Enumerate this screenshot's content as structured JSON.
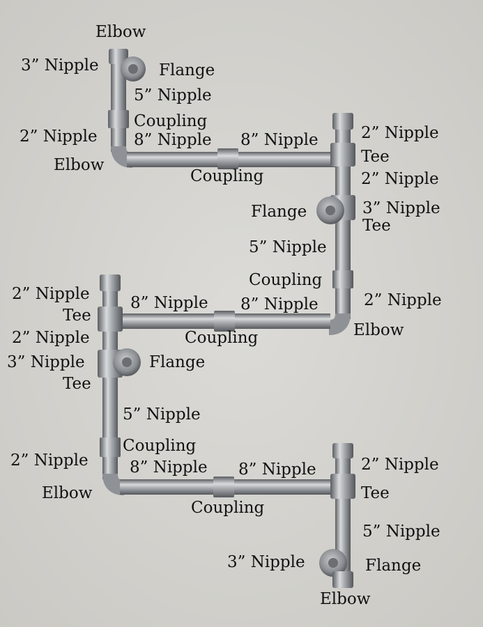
{
  "labels": {
    "top_elbow": "Elbow",
    "top_3_nipple": "3” Nipple",
    "top_flange": "Flange",
    "top_5_nipple": "5” Nipple",
    "top_coupling": "Coupling",
    "top_8_nipple_left": "8” Nipple",
    "top_8_nipple_right": "8” Nipple",
    "top_2_nipple_left": "2” Nipple",
    "top_elbow_left": "Elbow",
    "top_coupling_h": "Coupling",
    "r1_2_nipple_top": "2” Nipple",
    "r1_tee_top": "Tee",
    "r1_2_nipple_mid": "2” Nipple",
    "r1_flange": "Flange",
    "r1_3_nipple": "3” Nipple",
    "r1_tee_mid": "Tee",
    "r1_5_nipple": "5” Nipple",
    "r1_coupling": "Coupling",
    "mid_8_nipple_left": "8” Nipple",
    "mid_8_nipple_right": "8” Nipple",
    "r1_2_nipple_bottom": "2” Nipple",
    "mid_elbow": "Elbow",
    "mid_coupling": "Coupling",
    "l_2_nipple_top": "2” Nipple",
    "l_tee_top": "Tee",
    "l_2_nipple_mid": "2” Nipple",
    "l_3_nipple": "3” Nipple",
    "l_flange": "Flange",
    "l_tee_mid": "Tee",
    "l_5_nipple": "5” Nipple",
    "l_coupling": "Coupling",
    "l_2_nipple_bottom": "2” Nipple",
    "bot_8_nipple_left": "8” Nipple",
    "bot_8_nipple_right": "8” Nipple",
    "bot_elbow_left": "Elbow",
    "bot_coupling": "Coupling",
    "r2_2_nipple": "2” Nipple",
    "r2_tee": "Tee",
    "r2_5_nipple": "5” Nipple",
    "r2_3_nipple": "3” Nipple",
    "r2_flange": "Flange",
    "r2_elbow": "Elbow"
  },
  "colors": {
    "background": "#d6d5d1",
    "pipe": "#9a9da1",
    "pipe_highlight": "#d8dadc",
    "pipe_shadow": "#5b5e62",
    "fitting": "#7d8185",
    "label_text": "#111111"
  }
}
